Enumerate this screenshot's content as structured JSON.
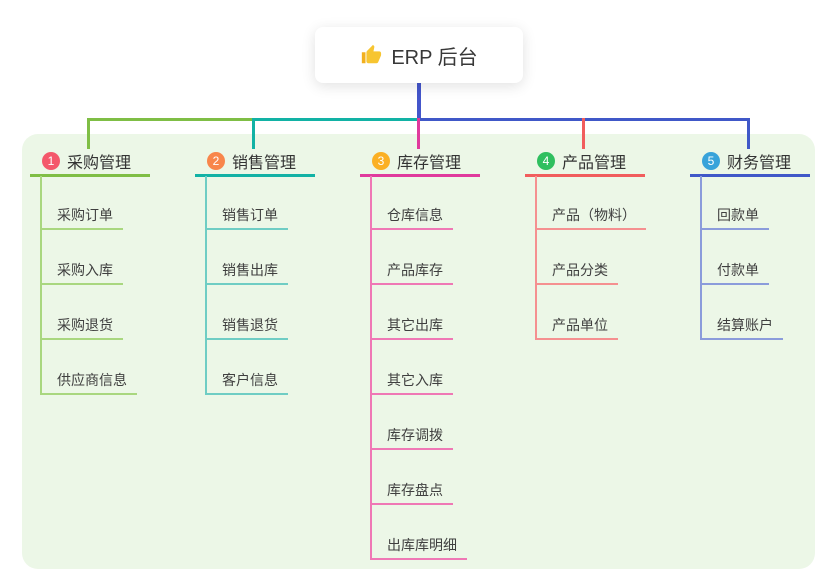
{
  "root": {
    "title": "ERP 后台",
    "icon": "thumbs-up-icon"
  },
  "colors": {
    "canvas_bg": "#ffffff",
    "panel_bg": "#ecf7e7",
    "root_connector": "#4456cb",
    "header_text": "#333333",
    "child_text": "#3f3f3f"
  },
  "branches": [
    {
      "index": "1",
      "title": "采购管理",
      "badge_color": "#f4586b",
      "line_color": "#7fbe45",
      "child_line_color": "#a9d77f",
      "children": [
        "采购订单",
        "采购入库",
        "采购退货",
        "供应商信息"
      ]
    },
    {
      "index": "2",
      "title": "销售管理",
      "badge_color": "#f8864b",
      "line_color": "#12b2a5",
      "child_line_color": "#6fcdc4",
      "children": [
        "销售订单",
        "销售出库",
        "销售退货",
        "客户信息"
      ]
    },
    {
      "index": "3",
      "title": "库存管理",
      "badge_color": "#fbb024",
      "line_color": "#e03a9d",
      "child_line_color": "#ef78b5",
      "children": [
        "仓库信息",
        "产品库存",
        "其它出库",
        "其它入库",
        "库存调拨",
        "库存盘点",
        "出库库明细"
      ]
    },
    {
      "index": "4",
      "title": "产品管理",
      "badge_color": "#2fbf5f",
      "line_color": "#f15d5d",
      "child_line_color": "#f59090",
      "children": [
        "产品（物料）",
        "产品分类",
        "产品单位"
      ]
    },
    {
      "index": "5",
      "title": "财务管理",
      "badge_color": "#38a3da",
      "line_color": "#4058c8",
      "child_line_color": "#8b9cdb",
      "children": [
        "回款单",
        "付款单",
        "结算账户"
      ]
    }
  ]
}
